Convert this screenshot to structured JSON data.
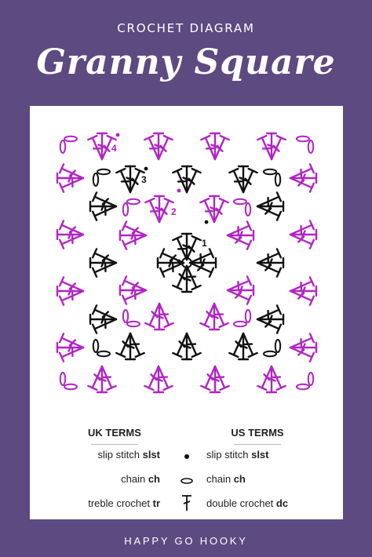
{
  "header": {
    "label": "CROCHET DIAGRAM",
    "title": "Granny Square"
  },
  "diagram": {
    "round_numbers": [
      "1",
      "2",
      "3",
      "4"
    ],
    "colors": {
      "odd_rounds": "#111111",
      "even_rounds": "#b125c4"
    }
  },
  "legend": {
    "uk_heading": "UK TERMS",
    "us_heading": "US TERMS",
    "rows": [
      {
        "uk_name": "slip stitch",
        "uk_abbr": "slst",
        "symbol": "dot-icon",
        "us_name": "slip stitch",
        "us_abbr": "slst"
      },
      {
        "uk_name": "chain",
        "uk_abbr": "ch",
        "symbol": "oval-icon",
        "us_name": "chain",
        "us_abbr": "ch"
      },
      {
        "uk_name": "treble crochet",
        "uk_abbr": "tr",
        "symbol": "treble-icon",
        "us_name": "double crochet",
        "us_abbr": "dc"
      }
    ]
  },
  "footer": {
    "brand": "HAPPY GO HOOKY"
  }
}
